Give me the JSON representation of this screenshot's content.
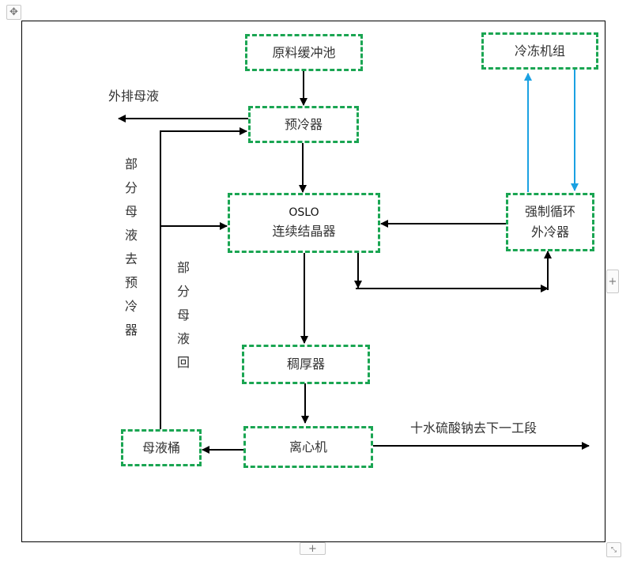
{
  "ui": {
    "move_handle_icon": "✥",
    "add_column_icon": "+",
    "add_row_icon": "+",
    "resize_icon": "⤡"
  },
  "diagram": {
    "colors": {
      "box_border": "#1aa552",
      "arrow": "#000000",
      "cooling_arrow": "#1ba1e2"
    },
    "nodes": {
      "raw_buffer": {
        "label": "原料缓冲池"
      },
      "chiller_unit": {
        "label": "冷冻机组"
      },
      "precooler": {
        "label": "预冷器"
      },
      "oslo": {
        "line1": "OSLO",
        "line2": "连续结晶器"
      },
      "forced_cooler": {
        "line1": "强制循环",
        "line2": "外冷器"
      },
      "thickener": {
        "label": "稠厚器"
      },
      "centrifuge": {
        "label": "离心机"
      },
      "mother_tank": {
        "label": "母液桶"
      }
    },
    "labels": {
      "discharge": "外排母液",
      "to_precooler": "部分母液去预冷器",
      "return": "部分母液回",
      "product": "十水硫酸钠去下一工段"
    },
    "edges": [
      {
        "from": "原料缓冲池",
        "to": "预冷器"
      },
      {
        "from": "预冷器",
        "to": "外排母液"
      },
      {
        "from": "预冷器",
        "to": "OSLO连续结晶器"
      },
      {
        "from": "母液桶",
        "to": "预冷器"
      },
      {
        "from": "母液桶",
        "to": "OSLO连续结晶器"
      },
      {
        "from": "OSLO连续结晶器",
        "to": "强制循环外冷器"
      },
      {
        "from": "强制循环外冷器",
        "to": "OSLO连续结晶器"
      },
      {
        "from": "强制循环外冷器",
        "to": "冷冻机组"
      },
      {
        "from": "冷冻机组",
        "to": "强制循环外冷器"
      },
      {
        "from": "OSLO连续结晶器",
        "to": "稠厚器"
      },
      {
        "from": "稠厚器",
        "to": "离心机"
      },
      {
        "from": "离心机",
        "to": "母液桶"
      },
      {
        "from": "离心机",
        "to": "十水硫酸钠去下一工段"
      }
    ]
  }
}
